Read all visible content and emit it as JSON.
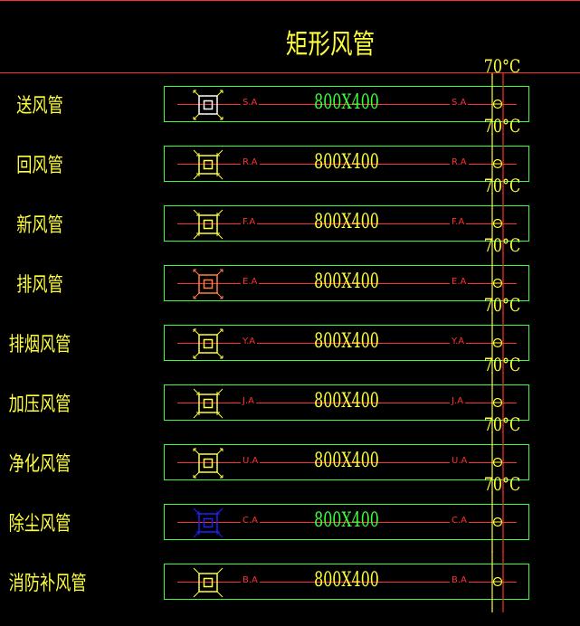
{
  "title": "矩形风管",
  "temp_label": "70°C",
  "colors": {
    "label": "#ffff3c",
    "outline": "#3cff3c",
    "axis": "#ff3030",
    "text_red": "#ff3030"
  },
  "rows": [
    {
      "name": "送风管",
      "code": "S.A",
      "size": "800X400",
      "size_color": "#3cff3c",
      "symbol_color": "#ffffff",
      "arrow_color": "#ffff3c",
      "arrows": "out",
      "temp": true
    },
    {
      "name": "回风管",
      "code": "R.A",
      "size": "800X400",
      "size_color": "#ffff3c",
      "symbol_color": "#ffff3c",
      "arrow_color": "#ffff3c",
      "arrows": "in",
      "temp": true
    },
    {
      "name": "新风管",
      "code": "F.A",
      "size": "800X400",
      "size_color": "#ffff3c",
      "symbol_color": "#ffff3c",
      "arrow_color": "#ffff3c",
      "arrows": "in",
      "temp": true
    },
    {
      "name": "排风管",
      "code": "E.A",
      "size": "800X400",
      "size_color": "#ffff3c",
      "symbol_color": "#ff8040",
      "arrow_color": "#ff8040",
      "arrows": "out",
      "temp": true
    },
    {
      "name": "排烟风管",
      "code": "Y.A",
      "size": "800X400",
      "size_color": "#ffff3c",
      "symbol_color": "#ffff3c",
      "arrow_color": "#ffff3c",
      "arrows": "out",
      "temp": true
    },
    {
      "name": "加压风管",
      "code": "J.A",
      "size": "800X400",
      "size_color": "#ffff3c",
      "symbol_color": "#ffff3c",
      "arrow_color": "#ffff3c",
      "arrows": "in",
      "temp": true
    },
    {
      "name": "净化风管",
      "code": "U.A",
      "size": "800X400",
      "size_color": "#ffff3c",
      "symbol_color": "#ffff3c",
      "arrow_color": "#ffff3c",
      "arrows": "out",
      "temp": true
    },
    {
      "name": "除尘风管",
      "code": "C.A",
      "size": "800X400",
      "size_color": "#3cff3c",
      "symbol_color": "#2020ff",
      "arrow_color": "#2020ff",
      "arrows": "in",
      "temp": true
    },
    {
      "name": "消防补风管",
      "code": "B.A",
      "size": "800X400",
      "size_color": "#ffff3c",
      "symbol_color": "#ffff3c",
      "arrow_color": "#ffff3c",
      "arrows": "none",
      "temp": false
    }
  ]
}
